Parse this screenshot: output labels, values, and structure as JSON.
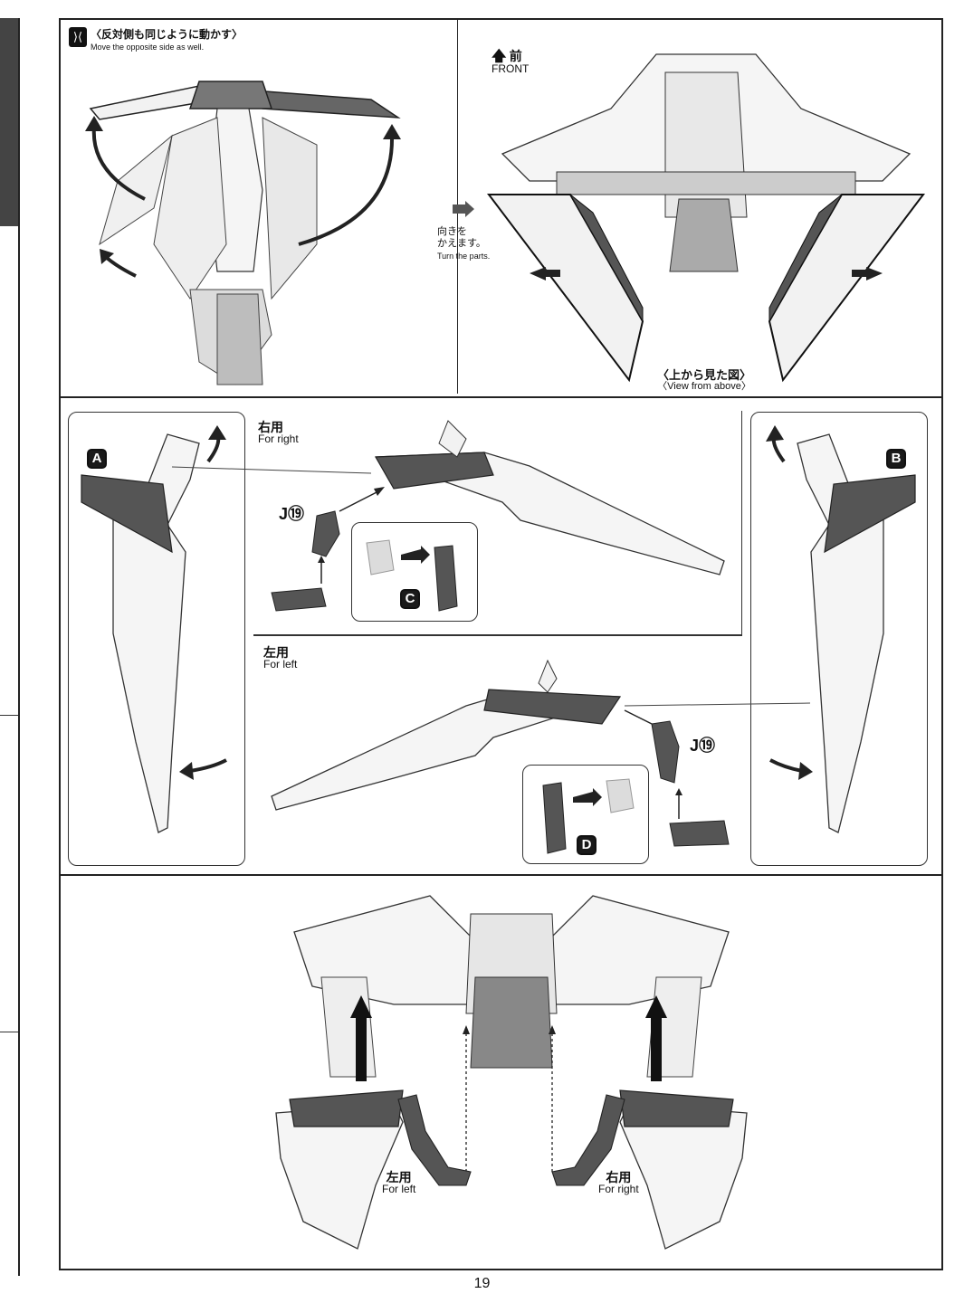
{
  "page_number": "19",
  "step1": {
    "note_jp": "〈反対側も同じように動かす〉",
    "note_en": "Move the opposite side as well."
  },
  "step2": {
    "front_jp": "前",
    "front_en": "FRONT",
    "turn_jp_1": "向きを",
    "turn_jp_2": "かえます。",
    "turn_en": "Turn the parts.",
    "view_jp": "〈上から見た図〉",
    "view_en": "〈View from above〉"
  },
  "step3": {
    "badge_a": "A",
    "badge_b": "B",
    "badge_c": "C",
    "badge_d": "D",
    "right_jp": "右用",
    "right_en": "For right",
    "left_jp": "左用",
    "left_en": "For left",
    "part_label_1": "J⑲",
    "part_label_2": "J⑲"
  },
  "step4": {
    "left_jp": "左用",
    "left_en": "For left",
    "right_jp": "右用",
    "right_en": "For right"
  },
  "colors": {
    "ink": "#111111",
    "part_dark": "#555555",
    "part_light": "#f4f4f4",
    "arrow": "#222222"
  }
}
